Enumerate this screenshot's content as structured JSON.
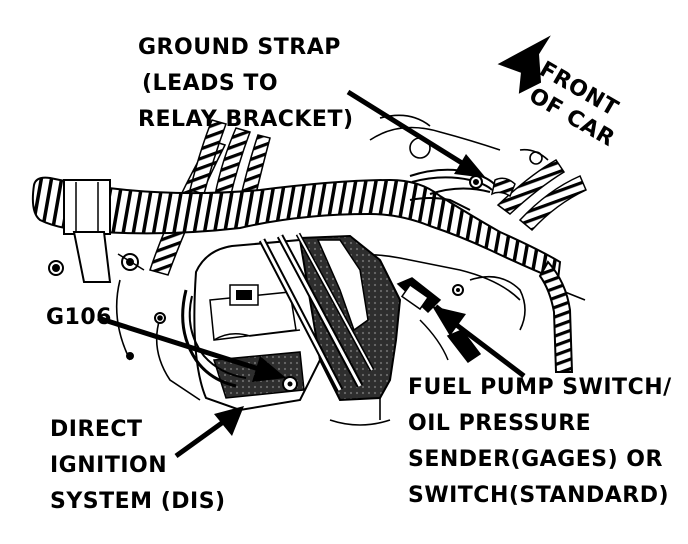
{
  "labels": {
    "ground_strap": [
      "GROUND STRAP",
      "(LEADS TO",
      "RELAY BRACKET)"
    ],
    "front_of_car": [
      "FRONT",
      "OF CAR"
    ],
    "g106": "G106",
    "dis": [
      "DIRECT",
      "IGNITION",
      "SYSTEM (DIS)"
    ],
    "fuel_pump": [
      "FUEL PUMP SWITCH/",
      "OIL PRESSURE",
      "SENDER(GAGES) OR",
      "SWITCH(STANDARD)"
    ]
  },
  "colors": {
    "ink": "#000000",
    "paper": "#ffffff",
    "shade": "#3a3a3a"
  }
}
